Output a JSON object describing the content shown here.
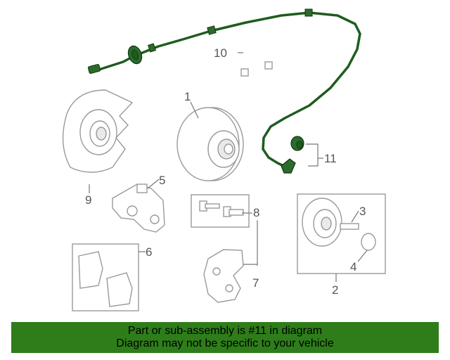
{
  "callouts": {
    "c1": "1",
    "c2": "2",
    "c3": "3",
    "c4": "4",
    "c5": "5",
    "c6": "6",
    "c7": "7",
    "c8": "8",
    "c9": "9",
    "c10": "10",
    "c11": "11"
  },
  "banner": {
    "line1": "Part or sub-assembly is #11 in diagram",
    "line2": "Diagram may not be specific to your vehicle"
  },
  "colors": {
    "banner_bg": "#2e7d1a",
    "highlight_part": "#1f5c1f",
    "line_art": "#9a9a9a"
  }
}
